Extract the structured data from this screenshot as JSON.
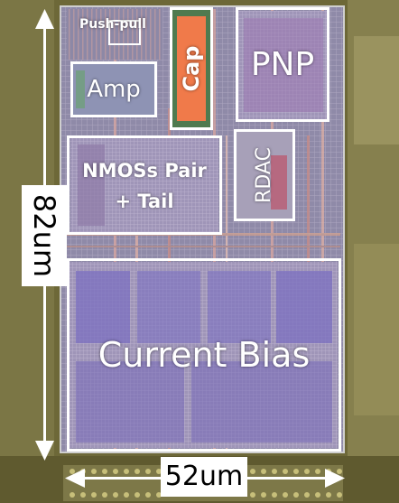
{
  "labels": {
    "push_pull": "Push-pull",
    "cap": "Cap",
    "pnp": "PNP",
    "amp": "Amp",
    "nmos_line1": "NMOSs Pair",
    "nmos_line2": "+ Tail",
    "rdac": "RDAC",
    "current_bias": "Current Bias"
  },
  "dimensions": {
    "height": "82um",
    "width": "52um"
  },
  "colors": {
    "outline": "#ffffff",
    "cap_fill": "#f07a4a",
    "die_tint": "#8a84b0",
    "substrate": "#6f6a3a"
  }
}
